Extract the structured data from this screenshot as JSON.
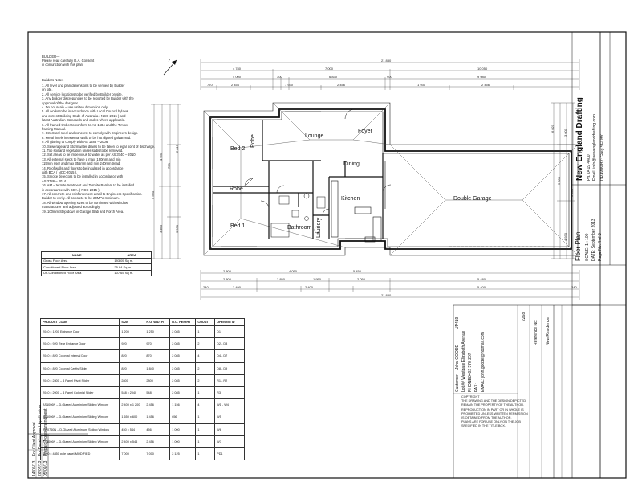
{
  "builder_note": {
    "title": "BUILDER—",
    "lines": [
      "Please read carefully D.A. Consent",
      "in conjunction with this plan"
    ]
  },
  "builders_notes": {
    "title": "Builders Notes",
    "lines": [
      "1. All level and plan dimensions to be verified by Builder",
      "    on site.",
      "2. All service locations to be verified by Builder on site.",
      "3. Any builder discrepancies to be reported by Builder with the",
      "    approval of the designer.",
      "4. Do not scale – use written dimension only.",
      "5. All works to be in accordance with Local Council bylaws",
      "    and current Building Code of Australia ( NCC-2015 ) and",
      "    latest Australian Standards and codes where applicable.",
      "6. All framed timber to conform to AS 1684 and the Timber",
      "    framing Manual.",
      "7. Structural steel and concrete to comply with Engineers design.",
      "8. Metal lintels in external walls to be hot dipped galvanised.",
      "9. All glazing to comply with AS 1288 – 2006.",
      "10. Sewerage and Stormwater drains to be taken to legal point of discharge.",
      "11. Top soil and vegetation under slabs to be removed.",
      "12. Set areas to be impervious to water as per AS 3740 – 2010.",
      "13. All external steps to have a max. 190mm and min",
      "     115mm riser and max 355mm and min 240mm tread.",
      "14. Roof/walls and floors to be insulated in accordance",
      "     with BCA ( NCC-2015 ).",
      "15. Smoke detectors to be installed in accordance with",
      "     AS 3786 – 2014.",
      "16. AM – termite treatment and Termite Barriers to be installed",
      "     in accordance with BCA. ( NCC-2015 )",
      "17. All concrete and reinforcement detail to Engineers Specification.",
      "     Builder to verify. All concrete to be 20MPa minimum.",
      "18. All window opening sizes to be confirmed with window",
      "     manufacturer and adjusted accordingly.",
      "19. 100mm Step down in Garage Slab and Porch Area."
    ]
  },
  "rooms": {
    "bed2": "Bed 2",
    "robe_upper": "Robe",
    "lounge": "Lounge",
    "foyer": "Foyer",
    "dining": "Dining",
    "double_garage": "Double Garage",
    "robe_lower": "Robe",
    "bed1": "Bed 1",
    "bathroom": "Bathroom",
    "laundry": "Laundry",
    "kitchen": "Kitchen"
  },
  "dims": {
    "top_overall": "21 830",
    "top_row2": [
      "4 780",
      "7 000",
      "10 050"
    ],
    "top_row3": [
      "4 000",
      "300",
      "6 830",
      "900",
      "9 980"
    ],
    "top_row4": [
      "770",
      "2 456",
      "1 930",
      "2 456",
      "1 930",
      "2 456"
    ],
    "bottom_overall": "21 830",
    "bottom_row1": [
      "2 800",
      "4 050",
      "5 450"
    ],
    "bottom_row2": [
      "2 800",
      "2 850",
      "1 950",
      "2 050",
      "5 480"
    ],
    "bottom_row3": [
      "240",
      "3 490",
      "2 400",
      "5 400",
      "240"
    ],
    "left_vert": [
      "5 560",
      "4 930",
      "3 460",
      "750",
      "2 815",
      "3 930"
    ],
    "right_vert": [
      "6 020",
      "5 300",
      "3 600",
      "4 930",
      "9 600"
    ]
  },
  "areas": {
    "headers": [
      "NAME",
      "AREA"
    ],
    "rows": [
      [
        "Gross Floor Area",
        "193.05 Sq m."
      ],
      [
        "Conditioned Floor Area",
        "25.94 Sq m."
      ],
      [
        "Un-Conditioned Floor Area",
        "107.65 Sq m."
      ]
    ]
  },
  "schedule": {
    "headers": [
      "PRODUCT CODE",
      "SIZE",
      "R.O. WIDTH",
      "R.O. HEIGHT",
      "COUNT",
      "OPENING ID"
    ],
    "rows": [
      [
        "2040 x 1200 Entrance Door",
        "1 200",
        "1 250",
        "2 085",
        "1",
        "D1"
      ],
      [
        "2040 x 920 Rear Entrance Door",
        "920",
        "970",
        "2 085",
        "2",
        "D2 - D3"
      ],
      [
        "2040 x 820 Colonial Internal Door",
        "820",
        "870",
        "2 085",
        "4",
        "D4 - D7"
      ],
      [
        "2040 x 820 Colonial Cavity Slider",
        "820",
        "1 840",
        "2 085",
        "2",
        "D8 - D9"
      ],
      [
        "2040 x 2800 – 4 Panel Pivot Slider",
        "2800",
        "2800",
        "2 085",
        "2",
        "R1 - R2"
      ],
      [
        "2040 x 2000 – 4 Panel Colonial Slider",
        "548 x 2040",
        "548",
        "2 085",
        "1",
        "R3"
      ],
      [
        "AS1006N – D-Glazed Aluminium Sliding Window",
        "2 400 x 1 200",
        "2 456",
        "1 156",
        "4",
        "W1 - W4"
      ],
      [
        "AS1006N – D-Glazed Aluminium Sliding Window",
        "1 650 x 600",
        "1 456",
        "656",
        "1",
        "W5"
      ],
      [
        "AW0760N – D-Glazed Aluminium Sliding Window",
        "450 x 544",
        "456",
        "1 000",
        "1",
        "W6"
      ],
      [
        "AS1006N – D-Glazed Aluminium Sliding Window",
        "2 400 x 544",
        "2 456",
        "1 000",
        "1",
        "W7"
      ],
      [
        "7000 x 4850 pole panel-MODIFIED",
        "7 000",
        "7 000",
        "2 125",
        "1",
        "PD1"
      ]
    ]
  },
  "copyright": [
    "COPYRIGHT",
    "THE DRAWING AND THE DESIGN DEPICTED",
    "REMAIN THE PROPERTY OF THE AUTHOR.",
    "REPRODUCTION IN PART OR IN WHOLE IS",
    "PROHIBITED UNLESS WRITTEN PERMISSION",
    "IS OBTAINED FROM THE AUTHOR.",
    "PLANS ARE FOR USE ONLY ON THE JOB",
    "SPECIFIED IN THE TITLE BOX."
  ],
  "revisions": [
    [
      "14/05/13",
      "For Client Approval"
    ],
    [
      "26/07/13",
      "For Development Application"
    ],
    [
      "05/09/13",
      "Prepaid Notes amendment"
    ]
  ],
  "customer": {
    "label": "Customer:",
    "name": "John GOODE",
    "address": "Lot ## Westgate Elizabeth Avenue",
    "phone_label": "PHONE:",
    "phone": "0402 578 207",
    "fax_label": "FAX:",
    "email_label": "EMAIL:",
    "email": "john.goode@hotmail.com"
  },
  "plan_ref": {
    "lot": "2268",
    "reference": "Reference No:",
    "residence": "New Residence",
    "upper": "UP419"
  },
  "title_block": {
    "sheet_title": "Floor Plan",
    "scale": "SCALE: 1 : 100",
    "date": "DATE: September 2013",
    "page": "Page No. 4 of 6",
    "company": "New England Drafting",
    "phone": "Ph. 0419 4400",
    "email": "Email: info@newenglanddrafting.com",
    "drawn_by": "DRAWN BY: Greg SELBY"
  },
  "colors": {
    "line": "#1a1a1a",
    "wall_fill": "#ffffff",
    "frame": "#000000"
  }
}
